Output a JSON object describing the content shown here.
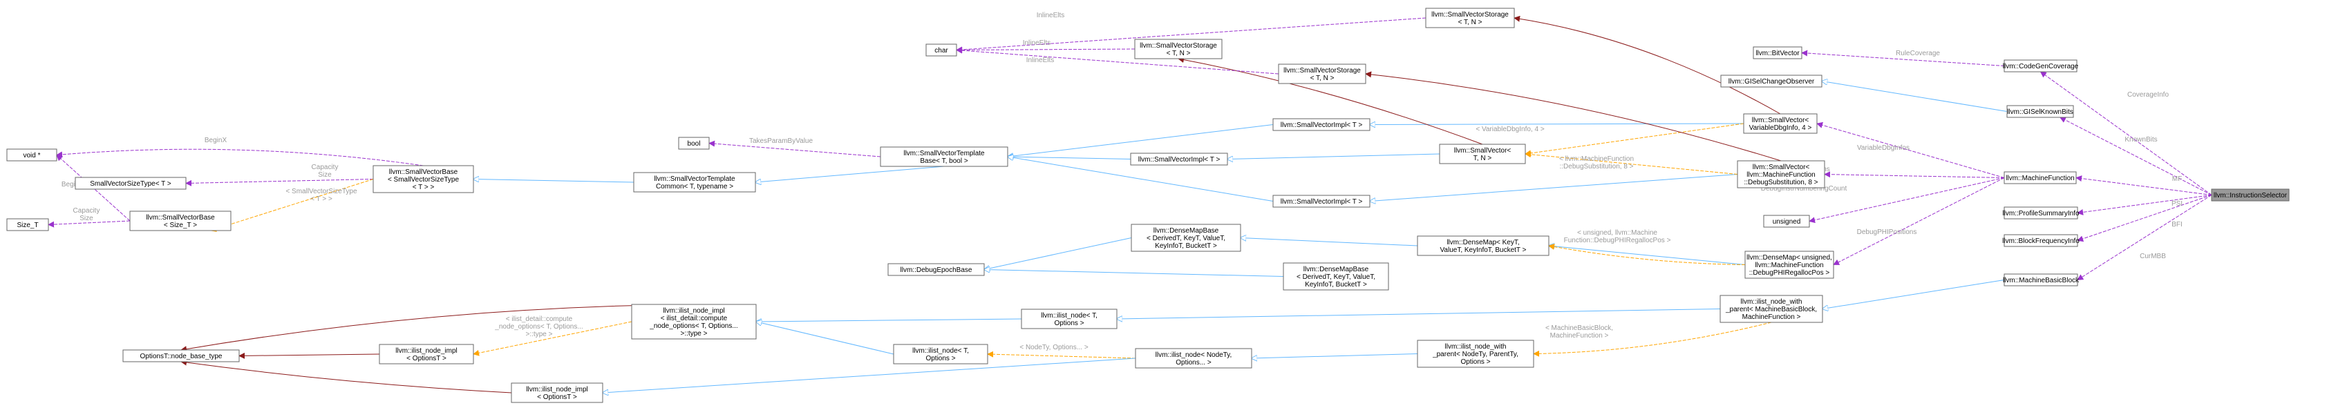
{
  "colors": {
    "inherit": "#63b8ff",
    "member": "#9a32cd",
    "template": "#ffa500",
    "private": "#8b1a1a",
    "focus_fill": "#999999",
    "label_text": "#9a9a9a"
  },
  "nodes": [
    {
      "id": "n_is",
      "lines": [
        "llvm::InstructionSelector"
      ]
    },
    {
      "id": "n_cgcov",
      "lines": [
        "llvm::CodeGenCoverage"
      ]
    },
    {
      "id": "n_bitvec",
      "lines": [
        "llvm::BitVector"
      ]
    },
    {
      "id": "n_knownbits",
      "lines": [
        "llvm::GISelKnownBits"
      ]
    },
    {
      "id": "n_gchobs",
      "lines": [
        "llvm::GISelChangeObserver"
      ]
    },
    {
      "id": "n_mf",
      "lines": [
        "llvm::MachineFunction"
      ]
    },
    {
      "id": "n_psi",
      "lines": [
        "llvm::ProfileSummaryInfo"
      ]
    },
    {
      "id": "n_bfi",
      "lines": [
        "llvm::BlockFrequencyInfo"
      ]
    },
    {
      "id": "n_mbb",
      "lines": [
        "llvm::MachineBasicBlock"
      ]
    },
    {
      "id": "n_sv_vdi",
      "lines": [
        "llvm::SmallVector<",
        "VariableDbgInfo, 4 >"
      ]
    },
    {
      "id": "n_sv_ds",
      "lines": [
        "llvm::SmallVector<",
        "llvm::MachineFunction",
        "::DebugSubstitution, 8 >"
      ]
    },
    {
      "id": "n_unsigned",
      "lines": [
        "unsigned"
      ]
    },
    {
      "id": "n_dm_phi",
      "lines": [
        "llvm::DenseMap< unsigned,",
        "llvm::MachineFunction",
        "::DebugPHIRegallocPos >"
      ]
    },
    {
      "id": "n_ilnwp_mbb",
      "lines": [
        "llvm::ilist_node_with",
        "_parent< MachineBasicBlock,",
        "MachineFunction >"
      ]
    },
    {
      "id": "n_svs1",
      "lines": [
        "llvm::SmallVectorStorage",
        "< T, N >"
      ]
    },
    {
      "id": "n_svs2",
      "lines": [
        "llvm::SmallVectorStorage",
        "< T, N >"
      ]
    },
    {
      "id": "n_svs3",
      "lines": [
        "llvm::SmallVectorStorage",
        "< T, N >"
      ]
    },
    {
      "id": "n_char",
      "lines": [
        "char"
      ]
    },
    {
      "id": "n_svimpl1",
      "lines": [
        "llvm::SmallVectorImpl< T >"
      ]
    },
    {
      "id": "n_svimpl2",
      "lines": [
        "llvm::SmallVectorImpl< T >"
      ]
    },
    {
      "id": "n_svimpl3",
      "lines": [
        "llvm::SmallVectorImpl< T >"
      ]
    },
    {
      "id": "n_sv_tn",
      "lines": [
        "llvm::SmallVector<",
        "T, N >"
      ]
    },
    {
      "id": "n_svtb",
      "lines": [
        "llvm::SmallVectorTemplate",
        "Base< T, bool >"
      ]
    },
    {
      "id": "n_bool",
      "lines": [
        "bool"
      ]
    },
    {
      "id": "n_svtc",
      "lines": [
        "llvm::SmallVectorTemplate",
        "Common< T, typename >"
      ]
    },
    {
      "id": "n_svb_t",
      "lines": [
        "llvm::SmallVectorBase",
        "< SmallVectorSizeType",
        "< T > >"
      ]
    },
    {
      "id": "n_voidp",
      "lines": [
        "void *"
      ]
    },
    {
      "id": "n_svst",
      "lines": [
        "SmallVectorSizeType< T >"
      ]
    },
    {
      "id": "n_svb_s",
      "lines": [
        "llvm::SmallVectorBase",
        "< Size_T >"
      ]
    },
    {
      "id": "n_sizet",
      "lines": [
        "Size_T"
      ]
    },
    {
      "id": "n_dmb1",
      "lines": [
        "llvm::DenseMapBase",
        "< DerivedT, KeyT, ValueT,",
        "KeyInfoT, BucketT >"
      ]
    },
    {
      "id": "n_dmb2",
      "lines": [
        "llvm::DenseMapBase",
        "< DerivedT, KeyT, ValueT,",
        "KeyInfoT, BucketT >"
      ]
    },
    {
      "id": "n_debugepoch",
      "lines": [
        "llvm::DebugEpochBase"
      ]
    },
    {
      "id": "n_dm_kv",
      "lines": [
        "llvm::DenseMap< KeyT,",
        "ValueT, KeyInfoT, BucketT >"
      ]
    },
    {
      "id": "n_iln_opt",
      "lines": [
        "llvm::ilist_node< T,",
        "Options >"
      ]
    },
    {
      "id": "n_iln_opt2",
      "lines": [
        "llvm::ilist_node< T,",
        "Options >"
      ]
    },
    {
      "id": "n_ilni_compute",
      "lines": [
        "llvm::ilist_node_impl",
        "< ilist_detail::compute",
        "_node_options< T, Options...",
        ">::type >"
      ]
    },
    {
      "id": "n_nbt",
      "lines": [
        "OptionsT::node_base_type"
      ]
    },
    {
      "id": "n_ilni_opt1",
      "lines": [
        "llvm::ilist_node_impl",
        "< OptionsT >"
      ]
    },
    {
      "id": "n_ilni_opt2",
      "lines": [
        "llvm::ilist_node_impl",
        "< OptionsT >"
      ]
    },
    {
      "id": "n_iln_nodety",
      "lines": [
        "llvm::ilist_node< NodeTy,",
        "Options... >"
      ]
    },
    {
      "id": "n_ilnwp_gen",
      "lines": [
        "llvm::ilist_node_with",
        "_parent< NodeTy, ParentTy,",
        "Options >"
      ]
    }
  ],
  "edge_labels": {
    "coverage": "CoverageInfo",
    "knownbits": "KnownBits",
    "mf": "MF",
    "psi": "PSI",
    "bfi": "BFI",
    "curmbb": "CurMBB",
    "rulecoverage": "RuleCoverage",
    "variabledbginfos": "VariableDbgInfos",
    "debugvaluesubs": "DebugValueSubstitutions",
    "debuginstrnum": "DebugInstrNumberingCount",
    "debugphi": "DebugPHIPositions",
    "inlineelts1": "InlineElts",
    "inlineelts2": "InlineElts",
    "inlineelts3": "InlineElts",
    "variabledbginfo_tpl": "< VariableDbgInfo, 4 >",
    "debugsub_tpl": "< llvm::MachineFunction\n::DebugSubstitution, 8 >",
    "takesparam": "TakesParamByValue",
    "beginx": "BeginX",
    "capacity_size": "Capacity\nSize",
    "svst_tpl": "< SmallVectorSizeType\n< T > >",
    "beginx2": "BeginX",
    "capacity_size2": "Capacity\nSize",
    "densemap_tpl": "< unsigned, llvm::Machine\nFunction::DebugPHIRegallocPos >",
    "compute_tpl": "< ilist_detail::compute\n_node_options< T, Options...\n>::type >",
    "nodety_tpl": "< NodeTy, Options... >",
    "mbb_mf_tpl": "< MachineBasicBlock,\nMachineFunction >"
  }
}
